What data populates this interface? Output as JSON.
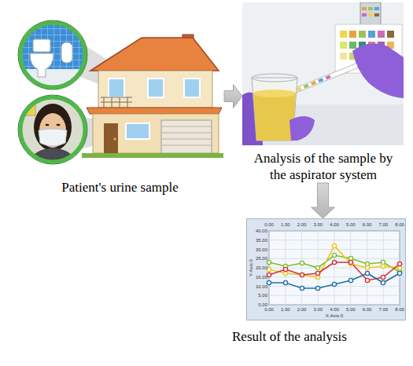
{
  "diagram": {
    "nodes": [
      {
        "text": [
          "Patient's urine sample"
        ]
      },
      {
        "text": [
          "Analysis of the sample by the aspirator system"
        ]
      },
      {
        "text": [
          "Result of the analysis"
        ]
      }
    ],
    "edges": [
      {
        "from": 0,
        "to": 1,
        "arrow": "to"
      },
      {
        "from": 1,
        "to": 2,
        "arrow": "to"
      }
    ],
    "labels": [
      "0.00",
      "1.00",
      "2.00",
      "3.00",
      "4.00",
      "5.00",
      "6.00",
      "7.00",
      "8.00",
      "40.00",
      "35.00",
      "30.00",
      "25.00",
      "20.00",
      "15.00",
      "10.00",
      "5.00",
      "0.00",
      "0.00",
      "1.00",
      "2.00",
      "3.00",
      "4.00",
      "5.00",
      "6.00",
      "7.00",
      "8.00",
      "Y-Axis 0",
      "X-Axis 0"
    ]
  }
}
